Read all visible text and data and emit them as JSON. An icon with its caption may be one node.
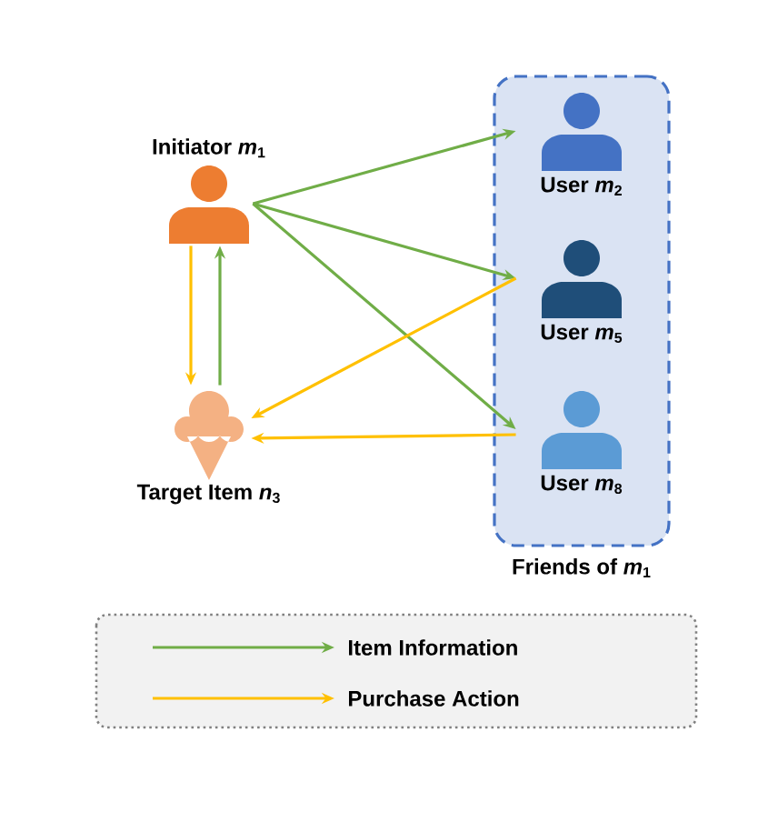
{
  "diagram": {
    "nodes": [
      {
        "text": [
          "Initiator *m*$_{1}$"
        ]
      },
      {
        "text": [
          "Target Item *n*$_{3}$"
        ]
      },
      {
        "text": [
          "Friends of *m*$_{1}$"
        ]
      },
      {
        "text": [
          "User *m*$_{2}$"
        ],
        "in": 2
      },
      {
        "text": [
          "User *m*$_{5}$"
        ],
        "in": 2
      },
      {
        "text": [
          "User *m*$_{8}$"
        ],
        "in": 2
      }
    ],
    "edges": [
      {
        "from": 0,
        "to": 1,
        "arrow": "to",
        "color": "#ffc000"
      },
      {
        "from": 1,
        "to": 0,
        "arrow": "to"
      },
      {
        "from": 0,
        "to": 3,
        "arrow": "to"
      },
      {
        "from": 0,
        "to": 4,
        "arrow": "to"
      },
      {
        "from": 0,
        "to": 5,
        "arrow": "to"
      },
      {
        "from": 4,
        "to": 1,
        "arrow": "to",
        "color": "#ffc000"
      },
      {
        "from": 5,
        "to": 1,
        "arrow": "to",
        "color": "#ffc000"
      }
    ],
    "legend": [
      {
        "text": "Item Information",
        "color": "#70ad47"
      },
      {
        "text": "Purchase Action",
        "color": "#ffc000"
      }
    ]
  }
}
